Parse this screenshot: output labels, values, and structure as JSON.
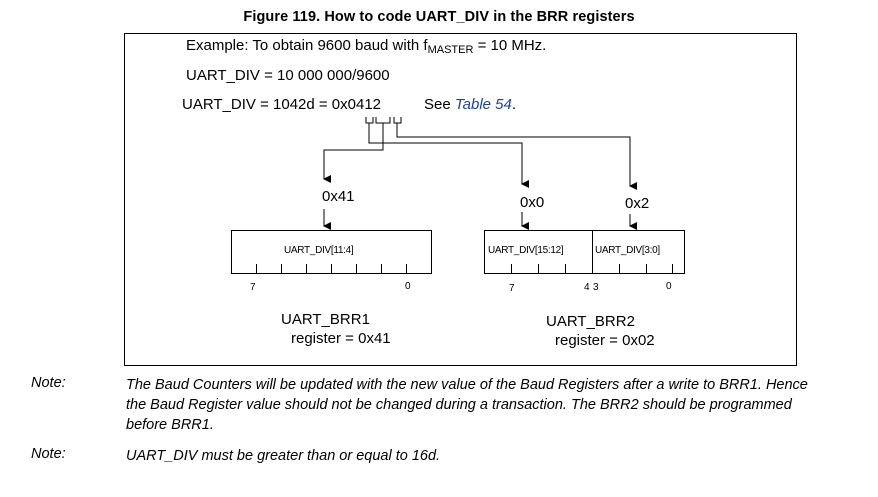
{
  "figure": {
    "title": "Figure 119. How to code UART_DIV in the BRR registers",
    "example_prefix": "Example: To obtain 9600 baud with f",
    "example_sub": "MASTER",
    "example_suffix": " = 10 MHz.",
    "calc_line_1": "UART_DIV = 10 000 000/9600",
    "calc_line_2": "UART_DIV = 1042d = 0x0412",
    "see_prefix": "See ",
    "see_link": "Table 54",
    "see_suffix": ".",
    "hex_labels": {
      "brr1_value": "0x41",
      "msb_nibble": "0x0",
      "lsb_nibble": "0x2"
    },
    "brr1": {
      "field": "UART_DIV[11:4]",
      "bit_high": "7",
      "bit_low": "0",
      "name": "UART_BRR1",
      "register_line": "register = 0x41"
    },
    "brr2": {
      "field_high": "UART_DIV[15:12]",
      "field_low": "UART_DIV[3:0]",
      "bit_7": "7",
      "bit_4": "4",
      "bit_3": "3",
      "bit_0": "0",
      "name": "UART_BRR2",
      "register_line": "register = 0x02"
    }
  },
  "notes": [
    {
      "key": "Note:",
      "text": "The Baud Counters will be updated with the new value of the Baud Registers after a write to BRR1. Hence the Baud Register value should not be changed during a transaction. The BRR2 should be programmed before BRR1."
    },
    {
      "key": "Note:",
      "text": "UART_DIV must be greater than or equal to 16d."
    }
  ]
}
